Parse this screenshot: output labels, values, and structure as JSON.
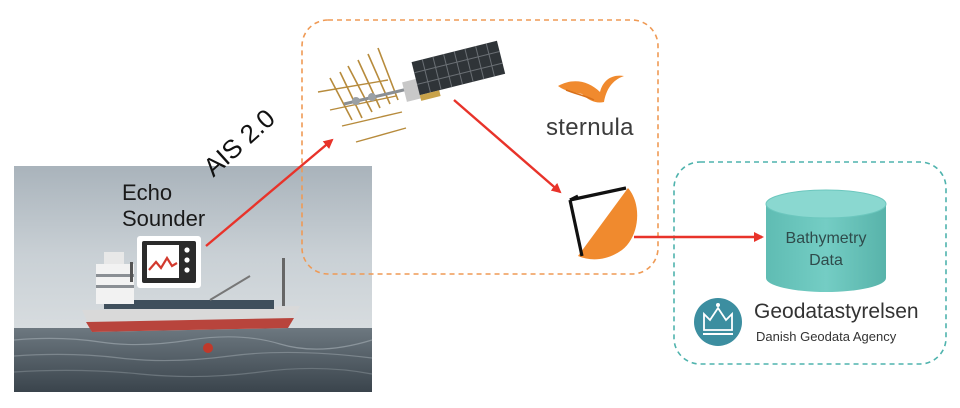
{
  "labels": {
    "echo_line1": "Echo",
    "echo_line2": "Sounder",
    "ais": "AIS 2.0",
    "brand": "sternula",
    "bathymetry_line1": "Bathymetry",
    "bathymetry_line2": "Data",
    "agency": "Geodatastyrelsen",
    "agency_sub": "Danish Geodata Agency"
  },
  "icons": {
    "satellite": "satellite-icon",
    "brand_logo": "sternula-bird-icon",
    "ground_station": "ground-station-dish-icon",
    "database": "database-cylinder-icon",
    "echo_sounder": "echo-sounder-monitor-icon",
    "crown": "crown-icon",
    "ship": "cargo-ship-photo"
  },
  "colors": {
    "arrow": "#e8332a",
    "orange_border": "#ef9a55",
    "teal_border": "#4fb3ad",
    "database": "#6cc7be",
    "brand_orange": "#f08a2e",
    "crown_badge": "#3c8ea0"
  }
}
